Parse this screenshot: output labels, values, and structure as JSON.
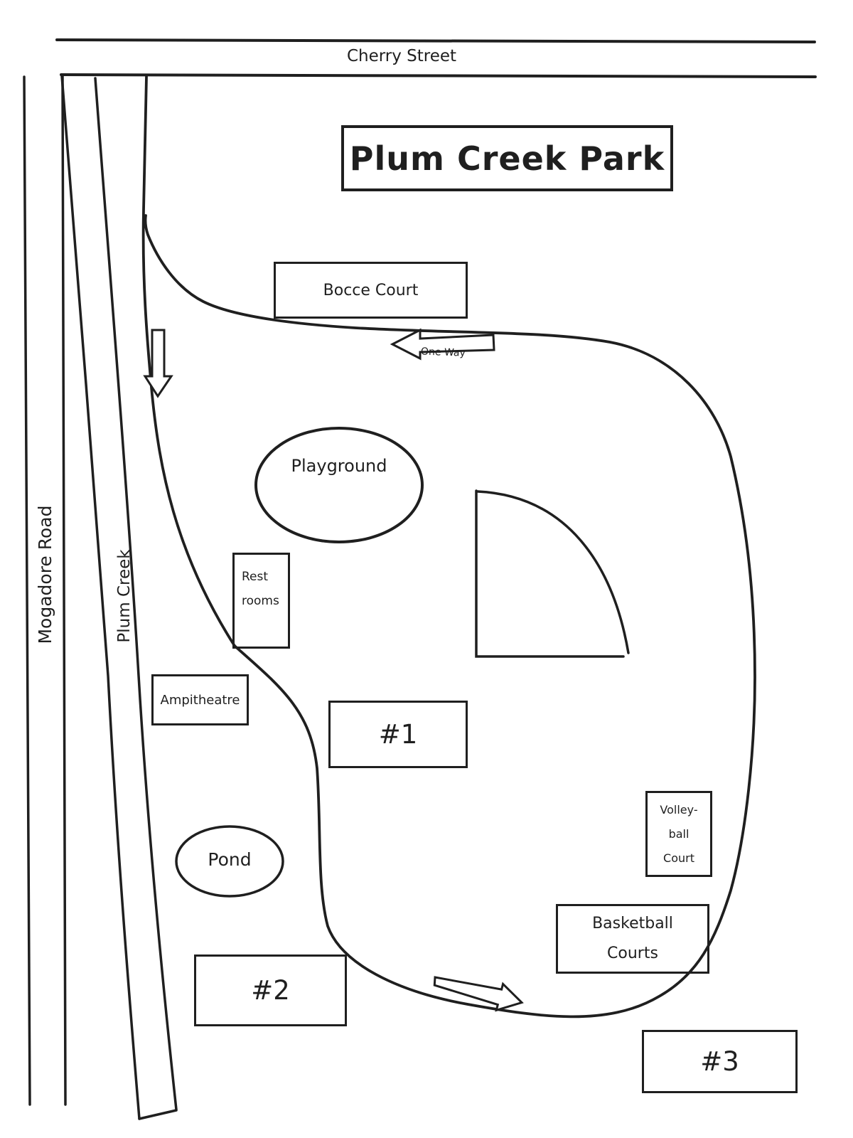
{
  "colors": {
    "ink": "#1f1f1f",
    "paper": "#ffffff"
  },
  "title": {
    "text": "Plum Creek Park"
  },
  "streets": {
    "cherry": {
      "label": "Cherry Street"
    },
    "mogadore": {
      "label": "Mogadore Road"
    },
    "creek": {
      "label": "Plum Creek"
    }
  },
  "road": {
    "one_way": {
      "label": "One Way"
    }
  },
  "features": {
    "bocce": {
      "label": "Bocce Court"
    },
    "playground": {
      "label": "Playground"
    },
    "restrooms": {
      "lines": [
        "Rest",
        "rooms"
      ]
    },
    "ampitheatre": {
      "label": "Ampitheatre"
    },
    "pond": {
      "label": "Pond"
    },
    "volleyball": {
      "lines": [
        "Volley-",
        "ball",
        "Court"
      ]
    },
    "basketball": {
      "lines": [
        "Basketball",
        "Courts"
      ]
    },
    "shelters": {
      "s1": "#1",
      "s2": "#2",
      "s3": "#3"
    }
  }
}
